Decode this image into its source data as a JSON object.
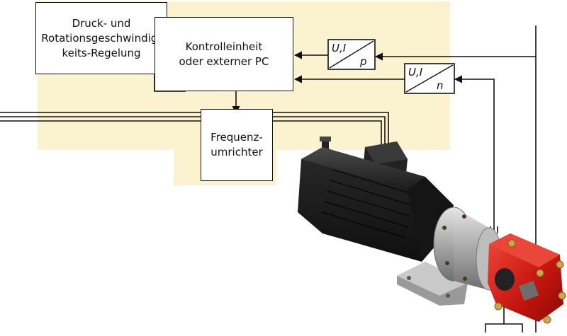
{
  "blocks": {
    "regelung": "Druck- und\nRotationsgeschwindig-\nkeits-Regelung",
    "kontroll": "Kontrolleinheit\noder externer PC",
    "frequenz": "Frequenz-\numrichter"
  },
  "converters": {
    "pressure": {
      "input": "U,I",
      "output": "p"
    },
    "speed": {
      "input": "U,I",
      "output": "n"
    }
  },
  "colors": {
    "background_zone": "#fbf2cf",
    "line": "#111111",
    "motor_body": "#1d1d1d",
    "pump_red": "#cc1a12",
    "flange_metal": "#a8a8a8"
  },
  "icons": {
    "motor": "electric-motor-icon",
    "pump": "gear-pump-icon",
    "coupling": "coupling-housing-icon"
  }
}
